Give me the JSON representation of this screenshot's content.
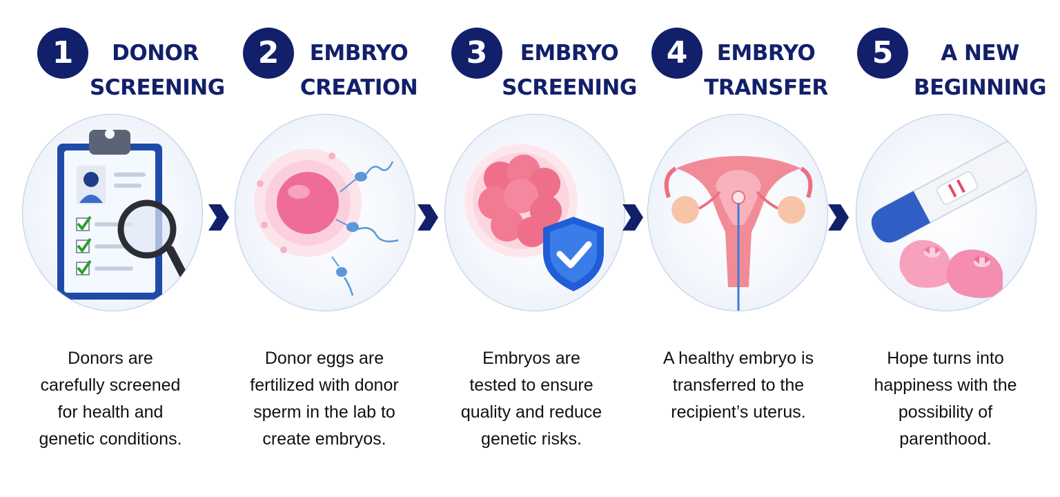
{
  "steps": [
    {
      "number": "1",
      "title": [
        "DONOR",
        "SCREENING"
      ],
      "description": [
        "Donors are",
        "carefully screened",
        "for health and",
        "genetic conditions."
      ]
    },
    {
      "number": "2",
      "title": [
        "EMBRYO",
        "CREATION"
      ],
      "description": [
        "Donor eggs are",
        "fertilized with donor",
        "sperm in the lab to",
        "create embryos."
      ]
    },
    {
      "number": "3",
      "title": [
        "EMBRYO",
        "SCREENING"
      ],
      "description": [
        "Embryos are",
        "tested to ensure",
        "quality and reduce",
        "genetic risks."
      ]
    },
    {
      "number": "4",
      "title": [
        "EMBRYO",
        "TRANSFER"
      ],
      "description": [
        "A healthy embryo is",
        "transferred to the",
        "recipient’s uterus."
      ]
    },
    {
      "number": "5",
      "title": [
        "A NEW",
        "BEGINNING"
      ],
      "description": [
        "Hope turns into",
        "happiness with the",
        "possibility of",
        "parenthood."
      ]
    }
  ],
  "colors": {
    "navy": "#12206b",
    "pink": "#f07a9a",
    "blue": "#2f6fd6",
    "check_green": "#2e9e2e"
  },
  "icons": [
    "clipboard-checklist-icon",
    "egg-sperm-icon",
    "embryo-shield-icon",
    "uterus-icon",
    "pregnancy-test-booties-icon"
  ]
}
